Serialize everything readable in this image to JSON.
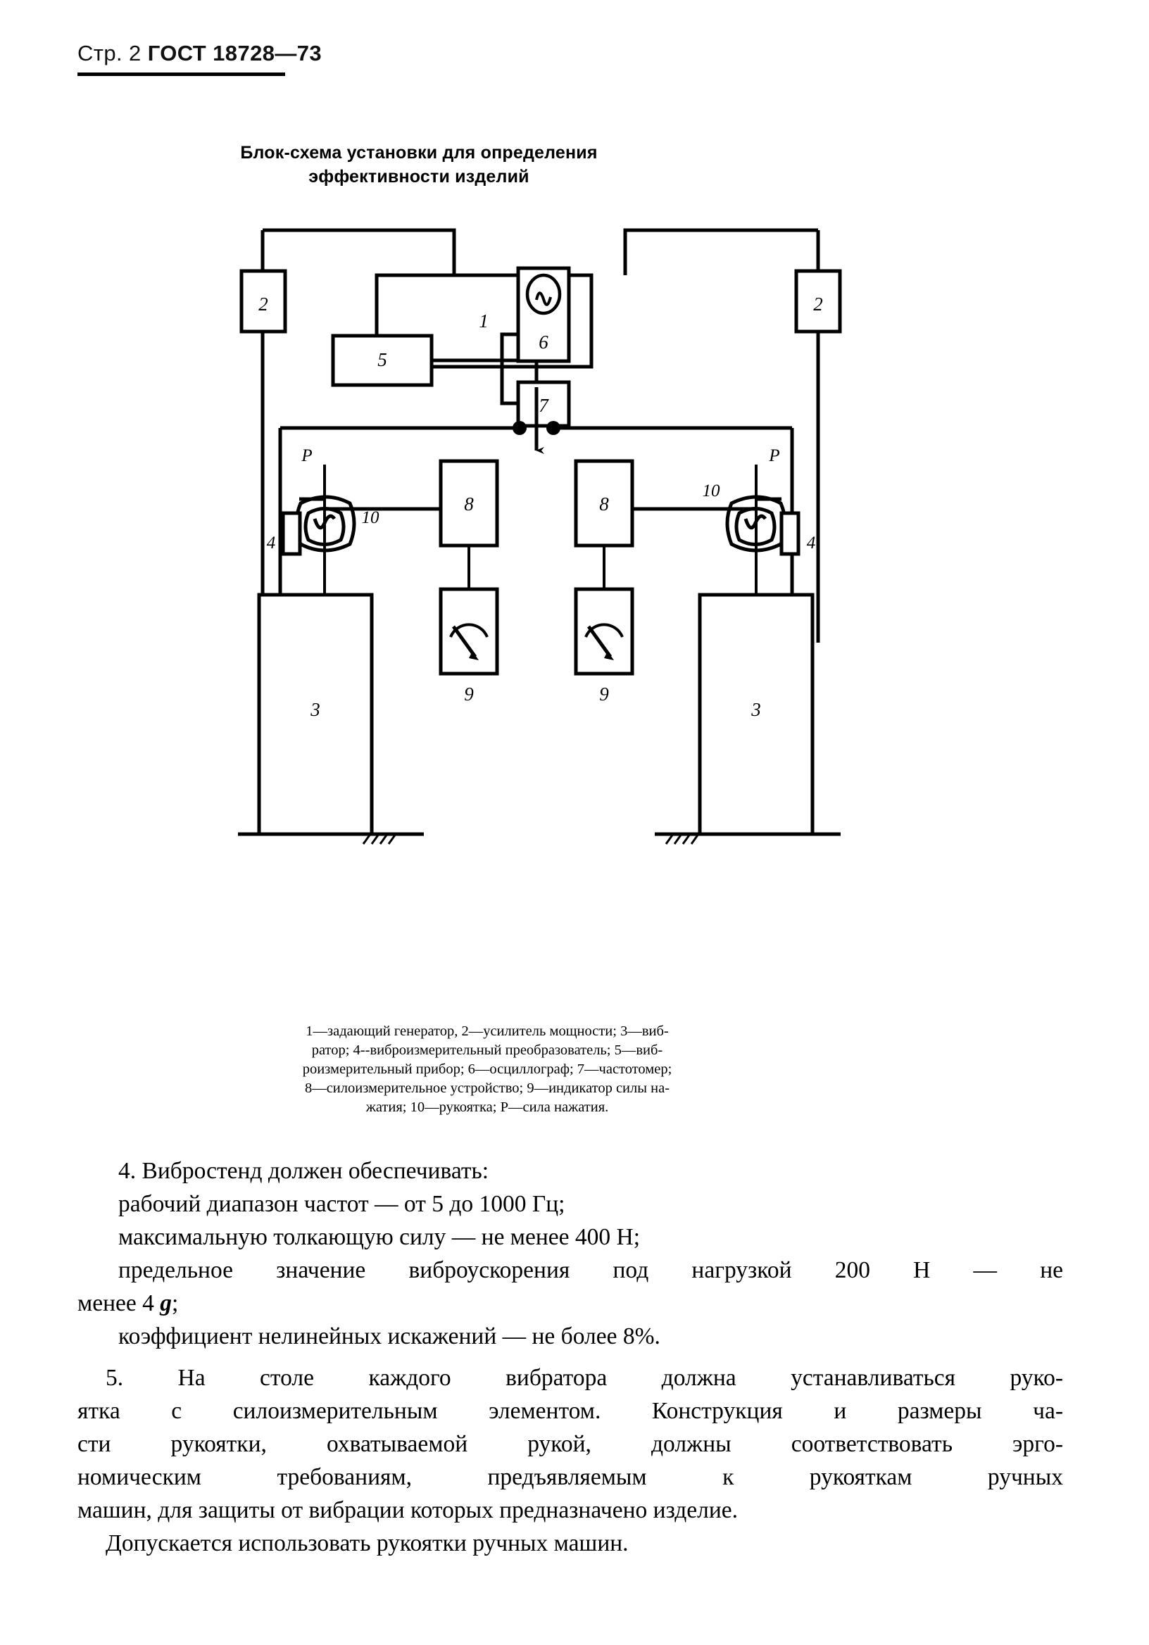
{
  "header": {
    "page_label": "Стр. 2",
    "standard": "ГОСТ 18728—73"
  },
  "figure": {
    "title_line1": "Блок-схема установки для определения",
    "title_line2": "эффективности изделий",
    "caption_line1": "1—задающий генератор, 2—усилитель мощности; 3—виб-",
    "caption_line2": "ратор; 4--виброизмерительный преобразователь; 5—виб-",
    "caption_line3": "роизмерительный прибор; 6—осциллограф; 7—частотомер;",
    "caption_line4": "8—силоизмерительное устройство; 9—индикатор силы на-",
    "caption_line5": "жатия; 10—рукоятка; Р—сила нажатия.",
    "blocks": {
      "generator": "1",
      "amplifier_left": "2",
      "amplifier_right": "2",
      "vibrator_left": "3",
      "vibrator_right": "3",
      "transducer_left": "4",
      "transducer_right": "4",
      "measuring_device": "5",
      "oscilloscope": "6",
      "frequency_meter": "7",
      "force_device_left": "8",
      "force_device_right": "8",
      "force_indicator_left": "9",
      "force_indicator_right": "9",
      "handle_left": "10",
      "handle_right": "10",
      "force_label_left": "P",
      "force_label_right": "P"
    }
  },
  "body": {
    "s4_heading": "4. Вибростенд должен обеспечивать:",
    "s4_line1": "рабочий диапазон частот — от 5 до 1000 Гц;",
    "s4_line2": "максимальную толкающую силу — не менее 400 Н;",
    "s4_line3a": "предельное значение виброускорения под нагрузкой 200 Н — не",
    "s4_line3b_pre": "менее 4 ",
    "s4_line3b_em": "g",
    "s4_line3b_post": ";",
    "s4_line4": "коэффициент нелинейных искажений — не более 8%.",
    "s5_line1": "5. На столе каждого вибратора должна устанавливаться руко-",
    "s5_line2": "ятка с силоизмерительным элементом. Конструкция и размеры ча-",
    "s5_line3": "сти рукоятки, охватываемой рукой, должны соответствовать эрго-",
    "s5_line4": "номическим требованиям,    предъявляемым к рукояткам    ручных",
    "s5_line5": "машин, для защиты от вибрации которых предназначено изделие.",
    "s6_line1": "Допускается использовать рукоятки ручных машин."
  }
}
